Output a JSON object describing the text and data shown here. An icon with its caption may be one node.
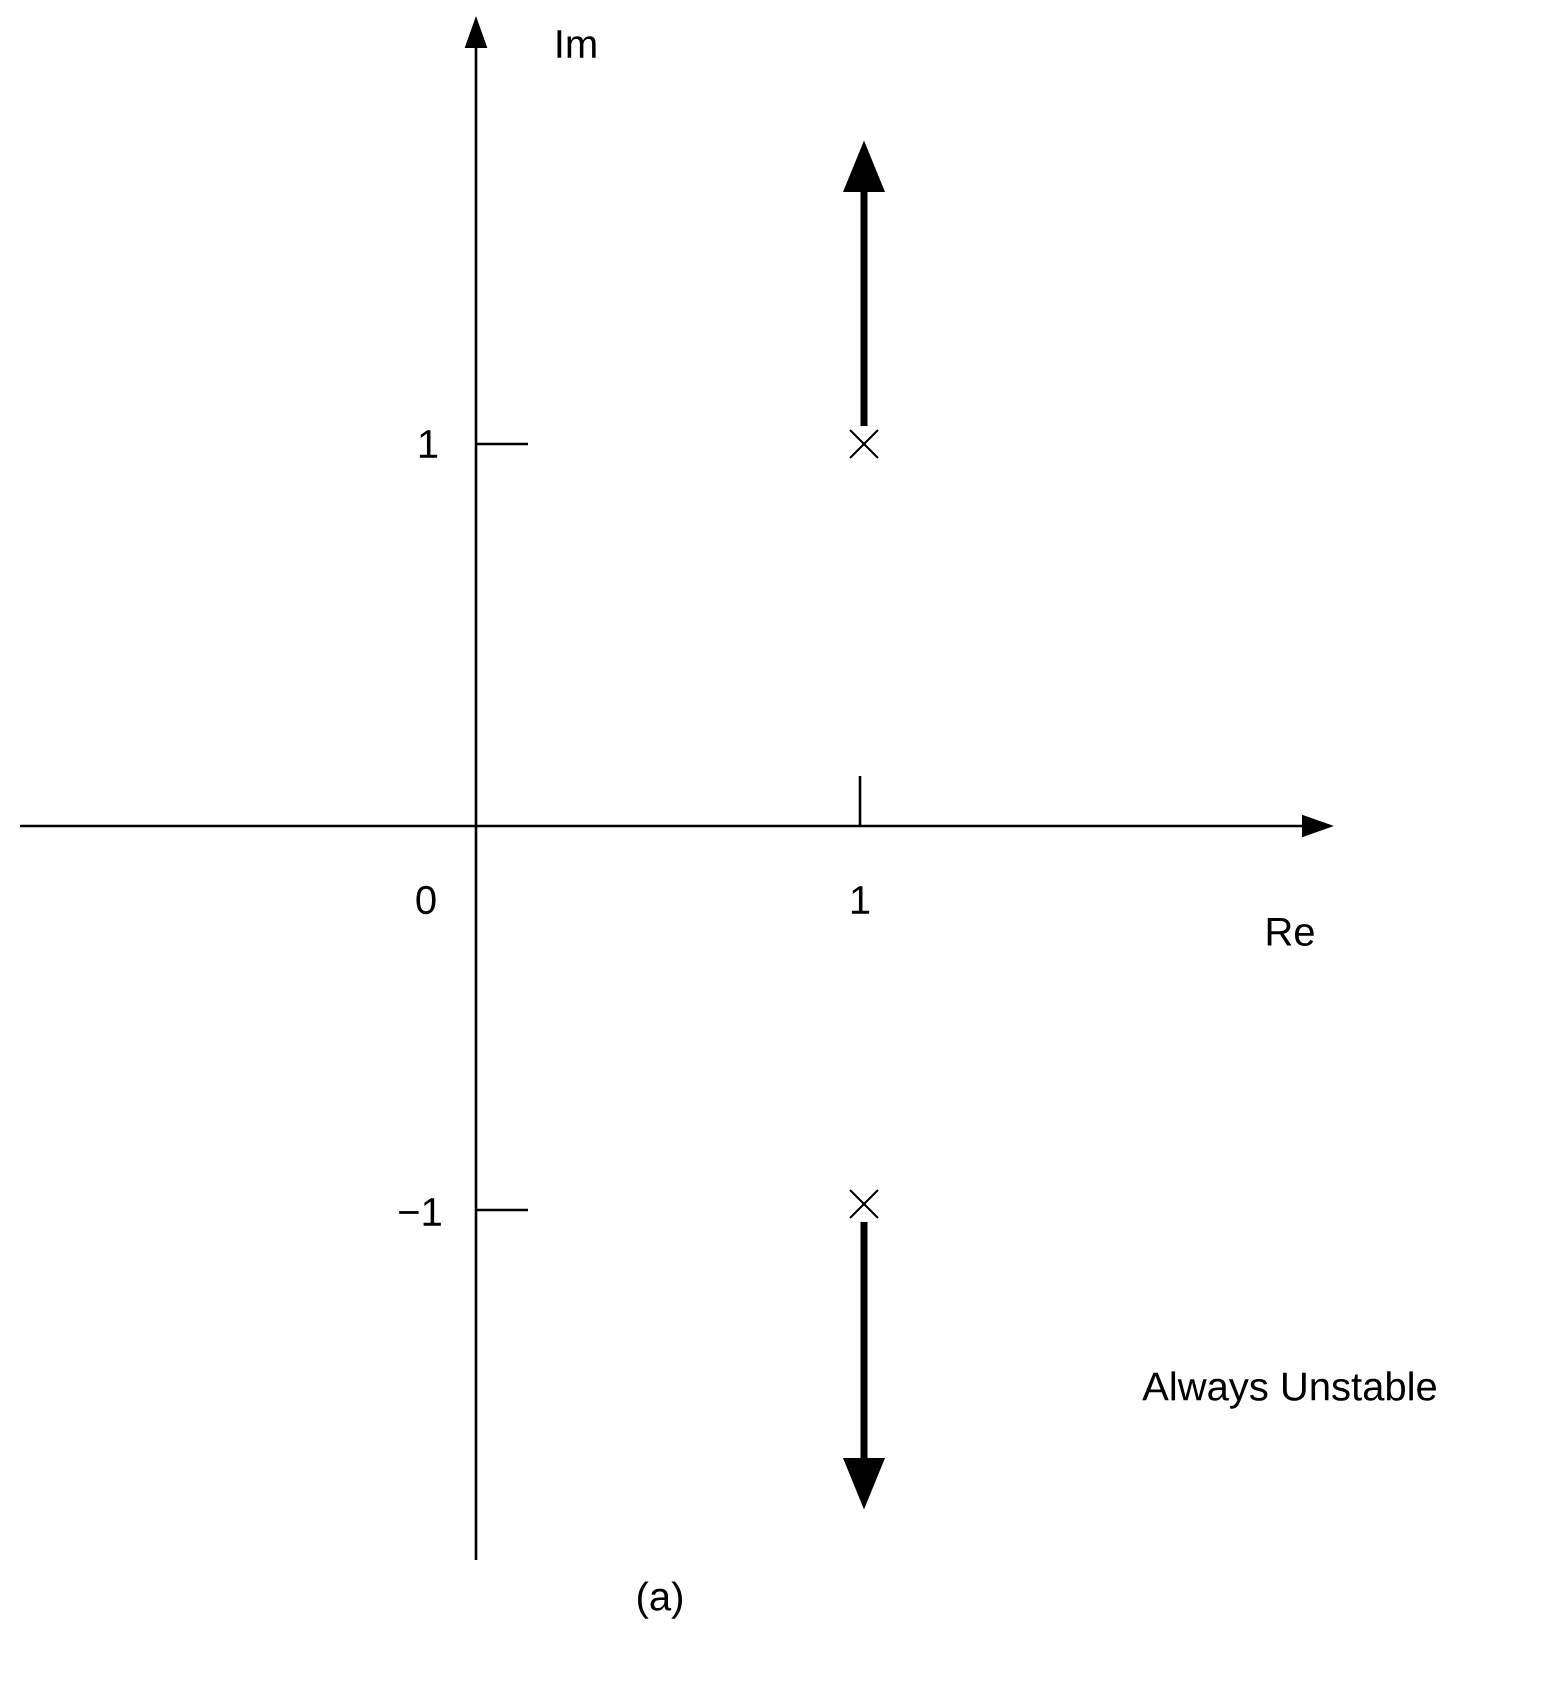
{
  "diagram": {
    "caption": "(a)",
    "nodes": [
      {
        "text": [],
        "shape": "cross"
      },
      {
        "text": [],
        "shape": "cross"
      }
    ],
    "edges": [
      {
        "from": 0,
        "to": null,
        "arrow": "to"
      },
      {
        "from": 1,
        "to": null,
        "arrow": "to"
      }
    ],
    "labels": [
      "Im",
      "1",
      "0",
      "1",
      "Re",
      "−1",
      "Always Unstable"
    ]
  }
}
